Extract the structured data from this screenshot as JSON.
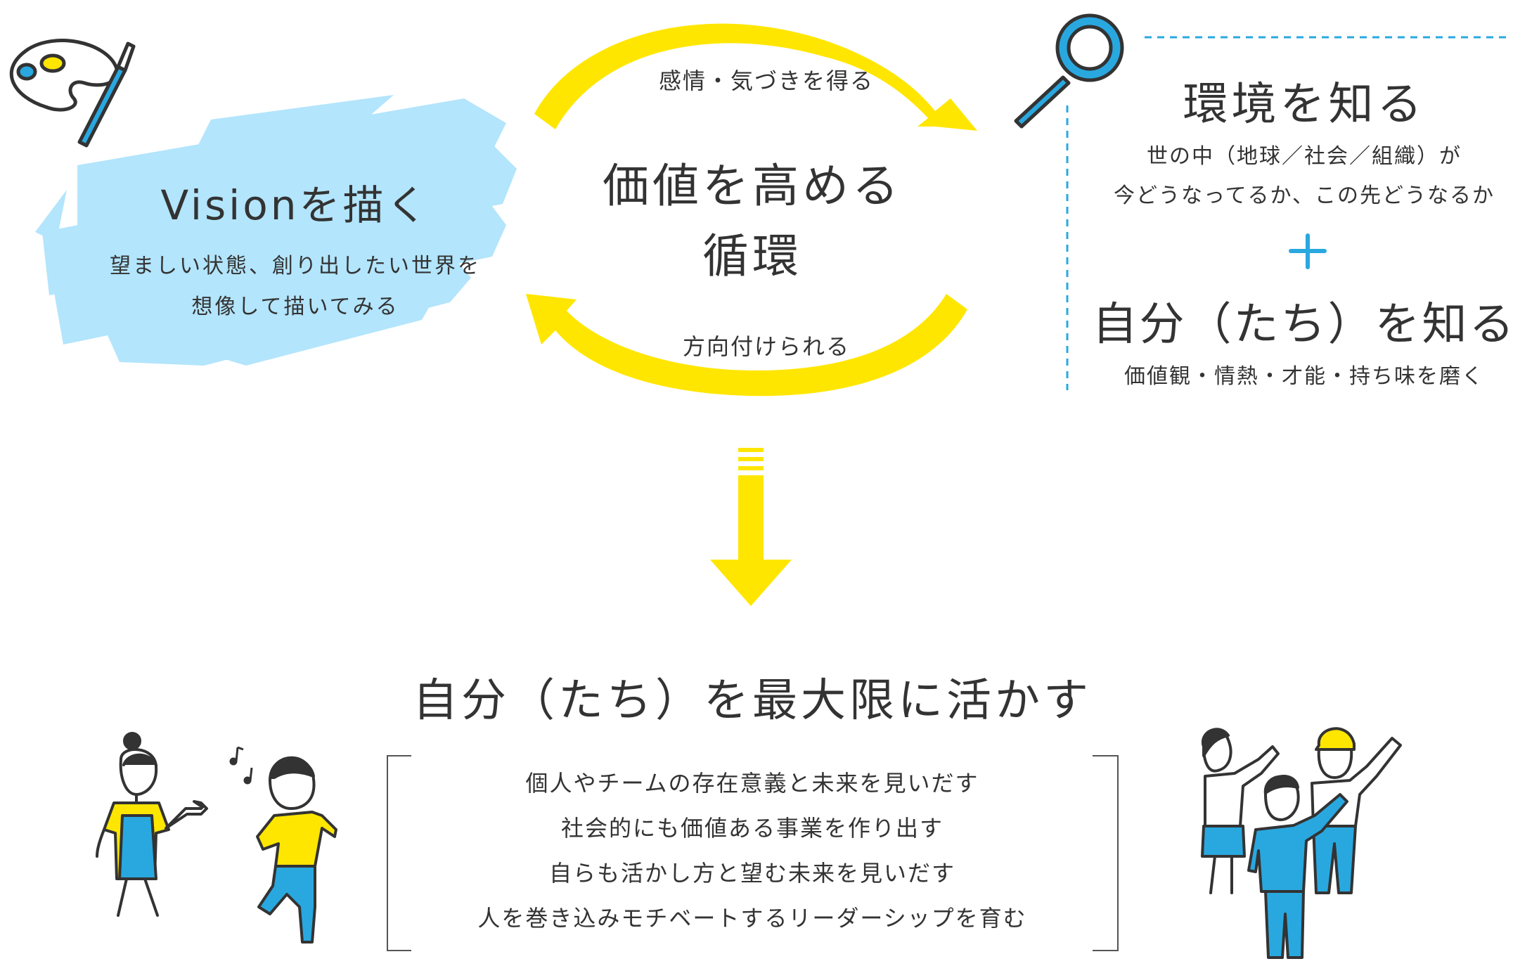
{
  "vision": {
    "title": "Visionを描く",
    "description_lines": [
      "望ましい状態、創り出したい世界を",
      "想像して描いてみる"
    ]
  },
  "cycle": {
    "title_lines": [
      "価値を高める",
      "循環"
    ],
    "top_arrow_label": "感情・気づきを得る",
    "bottom_arrow_label": "方向付けられる"
  },
  "environment": {
    "title": "環境を知る",
    "description_lines": [
      "世の中（地球／社会／組織）が",
      "今どうなってるか、この先どうなるか"
    ]
  },
  "plus_symbol": "＋",
  "self": {
    "title": "自分（たち）を知る",
    "description": "価値観・情熱・才能・持ち味を磨く"
  },
  "result": {
    "title": "自分（たち）を最大限に活かす",
    "goals": [
      "個人やチームの存在意義と未来を見いだす",
      "社会的にも価値ある事業を作り出す",
      "自らも活かし方と望む未来を見いだす",
      "人を巻き込みモチベートするリーダーシップを育む"
    ]
  },
  "colors": {
    "yellow": "#FFE600",
    "light_blue": "#B3E5FC",
    "blue": "#29A8E0",
    "text": "#333333",
    "outline": "#333333"
  },
  "icons": [
    "palette-icon",
    "paintbrush-icon",
    "magnifying-glass-icon",
    "equals-icon",
    "down-arrow-icon",
    "music-note-icon"
  ]
}
